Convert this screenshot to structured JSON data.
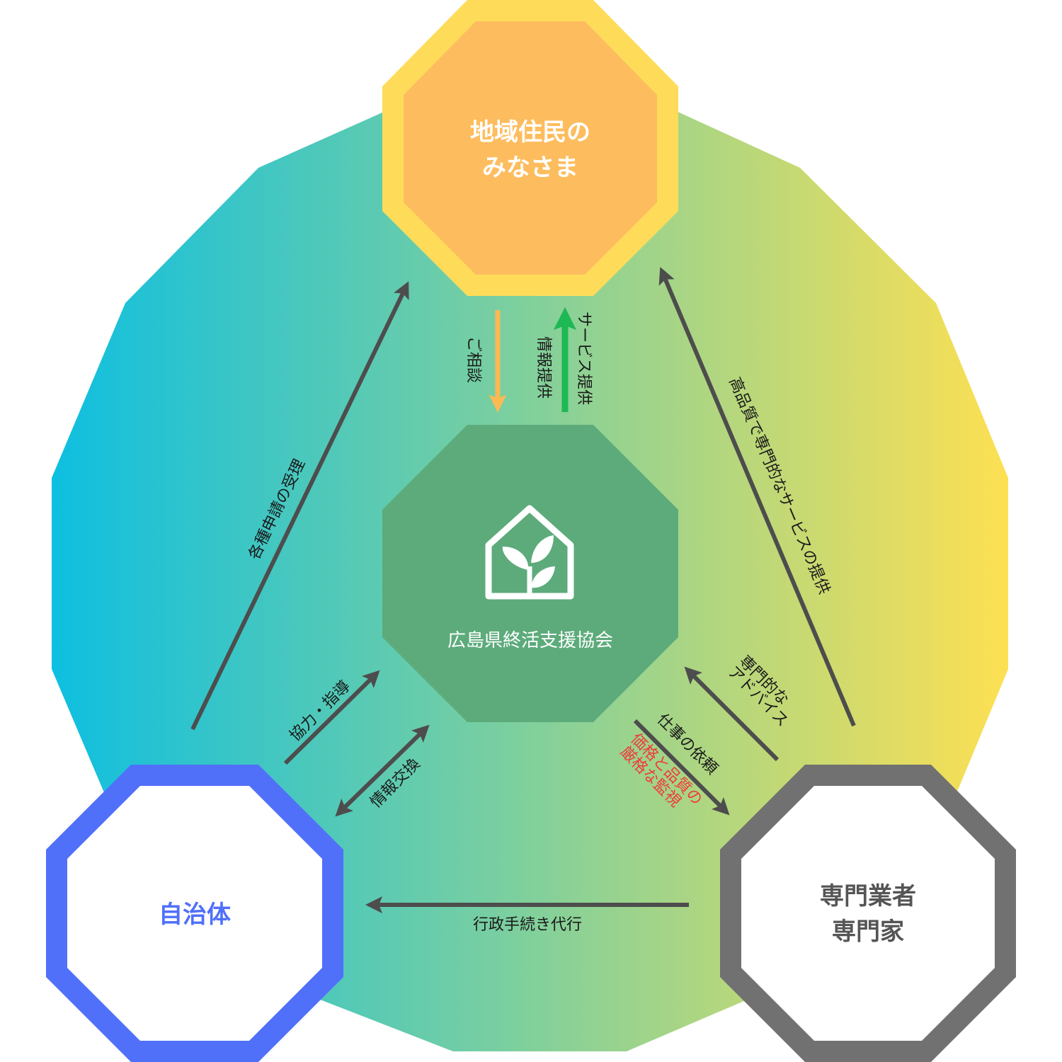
{
  "nodes": {
    "residents": {
      "line1": "地域住民の",
      "line2": "みなさま"
    },
    "center": {
      "name": "広島県終活支援協会",
      "icon": "house-sprout-icon"
    },
    "municipality": {
      "name": "自治体"
    },
    "experts": {
      "line1": "専門業者",
      "line2": "専門家"
    }
  },
  "arrows": {
    "consult": "ご相談",
    "info": "情報提供",
    "service": "サービス提供",
    "applications": "各種申請の受理",
    "high_quality": "高品質で専門的なサービスの提供",
    "cooperation": "協力・指導",
    "exchange": "情報交換",
    "advice_line1": "専門的な",
    "advice_line2": "アドバイス",
    "request": "仕事の依頼",
    "monitor_line1": "価格と品質の",
    "monitor_line2": "厳格な監視",
    "procedures": "行政手続き代行"
  },
  "colors": {
    "gradient_left": "#12c0de",
    "gradient_mid": "#7ecf9e",
    "gradient_right": "#fbe055",
    "residents_outer": "#fedc5a",
    "residents_inner": "#fdbd5e",
    "center": "#5dab7b",
    "municipality": "#5070fa",
    "experts": "#717171",
    "arrow": "#4d4d4d",
    "consult_arrow": "#fbb954",
    "service_arrow": "#1db954",
    "warning_text": "#ef3b3b"
  }
}
